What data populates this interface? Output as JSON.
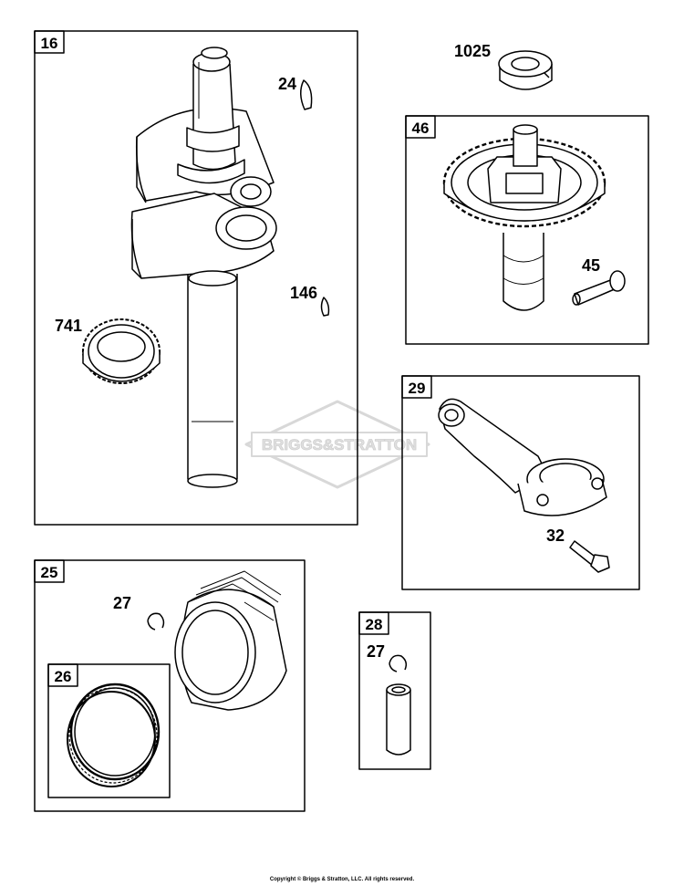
{
  "watermark": "BRIGGS&STRATTON",
  "boxes": {
    "crankshaft": "16",
    "cam_gear": "46",
    "connecting_rod": "29",
    "piston": "25",
    "rings": "26",
    "pin": "28"
  },
  "callouts": {
    "key": "24",
    "key_small": "146",
    "crank_gear": "741",
    "washer": "1025",
    "valve": "45",
    "bolt": "32",
    "clip_piston": "27",
    "clip_pin": "27"
  },
  "copyright": "Copyright © Briggs & Stratton, LLC. All rights reserved."
}
